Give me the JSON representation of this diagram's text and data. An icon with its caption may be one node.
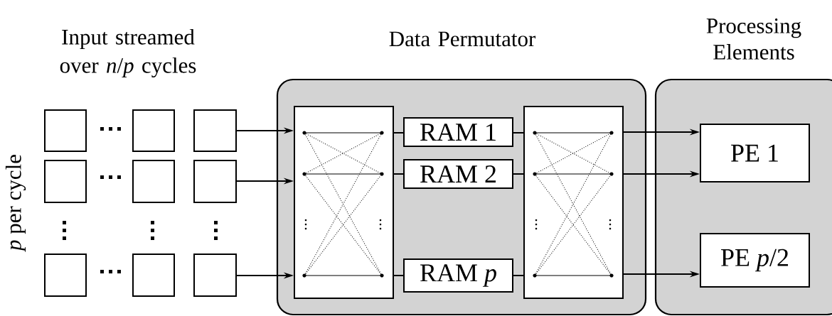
{
  "diagram": {
    "nodes": [
      {
        "text": [
          "Data Permutator"
        ]
      },
      {
        "text": [
          "Processing Elements"
        ]
      },
      {
        "text": [],
        "shape": "box"
      },
      {
        "text": [],
        "shape": "box"
      },
      {
        "text": [],
        "shape": "box"
      },
      {
        "text": [],
        "shape": "box"
      },
      {
        "text": [],
        "shape": "box"
      },
      {
        "text": [],
        "shape": "box"
      },
      {
        "text": [],
        "shape": "box"
      },
      {
        "text": [],
        "shape": "box"
      },
      {
        "text": [],
        "shape": "box"
      },
      {
        "text": [],
        "shape": "box",
        "in": 0
      },
      {
        "text": [],
        "shape": "box",
        "in": 0
      },
      {
        "text": [
          "RAM 1"
        ],
        "in": 0
      },
      {
        "text": [
          "RAM 2"
        ],
        "in": 0
      },
      {
        "text": [
          "RAM *p*"
        ],
        "in": 0
      },
      {
        "text": [
          "PE 1"
        ],
        "in": 1
      },
      {
        "text": [
          "PE *p*/2"
        ],
        "in": 1
      }
    ],
    "edges": [
      {
        "from": 4,
        "to": 11,
        "arrow": "to"
      },
      {
        "from": 7,
        "to": 11,
        "arrow": "to"
      },
      {
        "from": 10,
        "to": 11,
        "arrow": "to"
      },
      {
        "from": 11,
        "to": 13,
        "arrow": "none"
      },
      {
        "from": 11,
        "to": 14,
        "arrow": "none"
      },
      {
        "from": 11,
        "to": 15,
        "arrow": "none"
      },
      {
        "from": 13,
        "to": 12,
        "arrow": "none"
      },
      {
        "from": 14,
        "to": 12,
        "arrow": "none"
      },
      {
        "from": 15,
        "to": 12,
        "arrow": "none"
      },
      {
        "from": 12,
        "to": 16,
        "arrow": "to"
      },
      {
        "from": 12,
        "to": 16,
        "arrow": "to"
      },
      {
        "from": 12,
        "to": 17,
        "arrow": "to"
      }
    ],
    "labels": [
      "Input streamed over *n*/*p* cycles",
      "*p* per cycle"
    ]
  }
}
